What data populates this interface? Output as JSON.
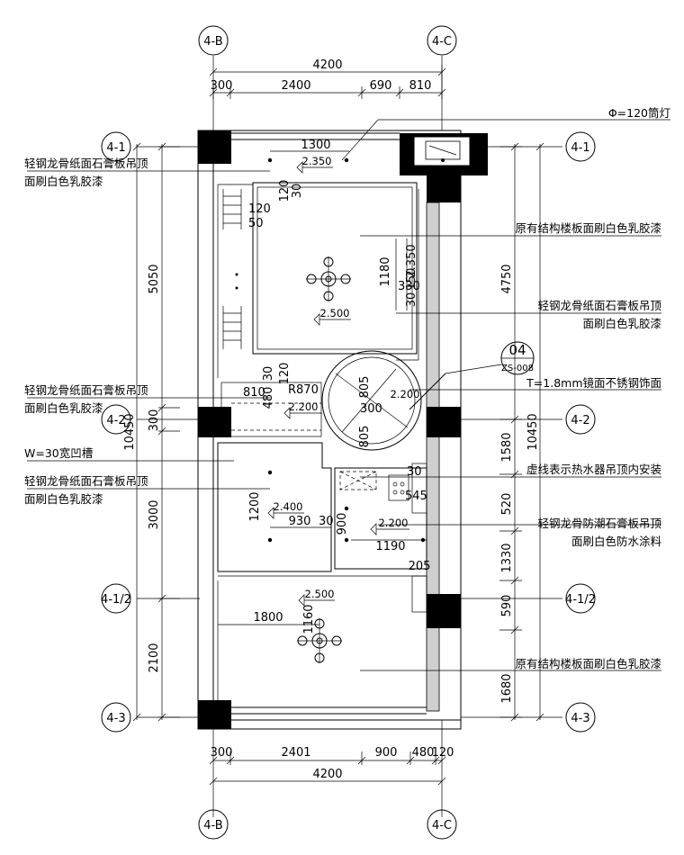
{
  "axes": {
    "top": [
      "4-B",
      "4-C"
    ],
    "bottom": [
      "4-B",
      "4-C"
    ],
    "left": [
      "4-1",
      "4-2",
      "4-1/2",
      "4-3"
    ],
    "right": [
      "4-1",
      "4-2",
      "4-1/2",
      "4-3"
    ]
  },
  "dims_top": {
    "total": "4200",
    "segments": [
      "300",
      "2400",
      "690",
      "810"
    ]
  },
  "dims_bottom": {
    "total": "4200",
    "segments": [
      "300",
      "2401",
      "900",
      "480",
      "120"
    ]
  },
  "dims_left": {
    "total": "10450",
    "segments": [
      "5050",
      "300",
      "3000",
      "2100"
    ]
  },
  "dims_right": {
    "total": "10450",
    "segments_a": [
      "4750",
      "1580",
      "520",
      "1330",
      "590",
      "1680"
    ]
  },
  "notes": {
    "n1": "Φ=120筒灯",
    "n2a": "轻钢龙骨纸面石膏板吊顶",
    "n2b": "面刷白色乳胶漆",
    "n3": "原有结构楼板面刷白色乳胶漆",
    "n4a": "轻钢龙骨纸面石膏板吊顶",
    "n4b": "面刷白色乳胶漆",
    "n5a": "轻钢龙骨纸面石膏板吊顶",
    "n5b": "面刷白色乳胶漆",
    "n6": "T=1.8mm镜面不锈钢饰面",
    "n7": "W=30宽凹槽",
    "n8a": "轻钢龙骨纸面石膏板吊顶",
    "n8b": "面刷白色乳胶漆",
    "n9": "虚线表示热水器吊顶内安装",
    "n10a": "轻钢龙骨防潮石膏板吊顶",
    "n10b": "面刷白色防水涂料",
    "n11": "原有结构楼板面刷白色乳胶漆"
  },
  "detail_ref": {
    "num": "04",
    "sheet": "ZS-008"
  },
  "inner": {
    "d1300": "1300",
    "e2350a": "2.350",
    "d120": "120",
    "d30": "30",
    "d120b": "120",
    "d50": "50",
    "d1180": "1180",
    "e2350b": "2.350",
    "d150": "150",
    "d330": "330",
    "d30b": "30",
    "e2500a": "2.500",
    "d30c": "30",
    "d120c": "120",
    "d480": "480",
    "d810": "810",
    "r870": "R870",
    "d805a": "805",
    "e2200a": "2.200",
    "e2200b": "2.200",
    "d300": "300",
    "d805b": "805",
    "d1200": "1200",
    "e2400": "2.400",
    "d930": "930",
    "d30d": "30",
    "d900": "900",
    "e2200c": "2.200",
    "d1190": "1190",
    "d30e": "30",
    "d545": "545",
    "d205": "205",
    "d1800": "1800",
    "e2500b": "2.500",
    "d1160": "1160"
  }
}
